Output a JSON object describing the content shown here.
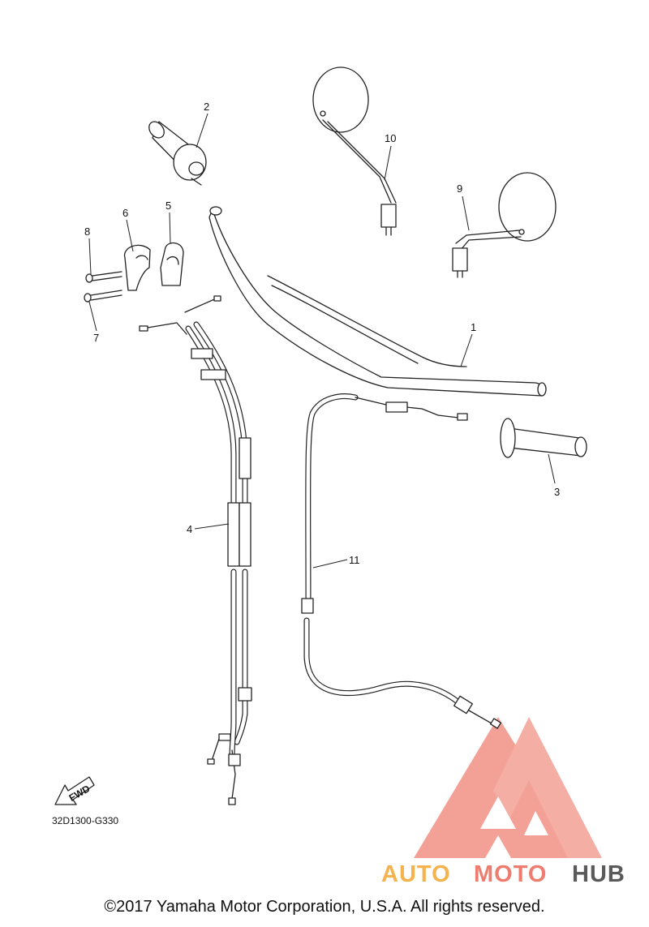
{
  "diagram": {
    "reference_code": "32D1300-G330",
    "fwd_label": "FWD",
    "callouts": [
      "1",
      "2",
      "3",
      "4",
      "5",
      "6",
      "7",
      "8",
      "9",
      "10",
      "11"
    ]
  },
  "footer": {
    "copyright": "©2017 Yamaha Motor Corporation, U.S.A. All rights reserved."
  },
  "watermark": {
    "part1": "AUTO",
    "part2": "MOTO",
    "part3": "HUB",
    "colors": {
      "auto": "#f6b24e",
      "moto": "#ef7d6f",
      "hub": "#5a5a5a",
      "logo": "#ef7d6f"
    }
  }
}
